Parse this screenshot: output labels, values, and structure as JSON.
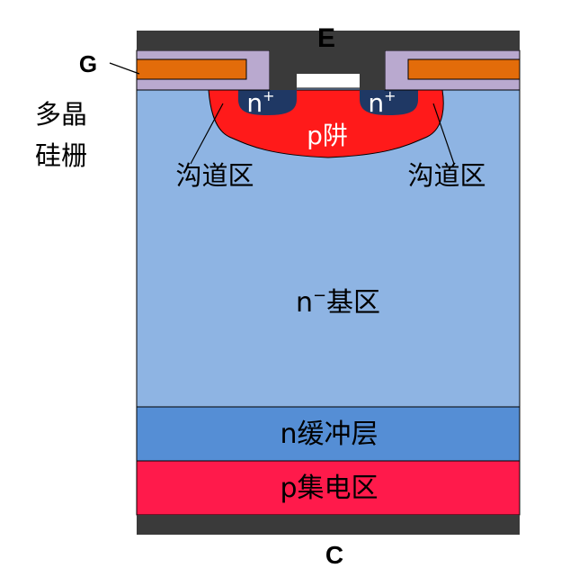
{
  "labels": {
    "emitter": "E",
    "gate": "G",
    "gate_material_line1": "多晶",
    "gate_material_line2": "硅栅",
    "n_plus_left": "n",
    "n_plus_right": "n",
    "n_plus_superscript": "+",
    "p_well": "p阱",
    "channel_left": "沟道区",
    "channel_right": "沟道区",
    "drift_region_prefix": "n",
    "drift_region_superscript": "−",
    "drift_region_text": "基区",
    "buffer_layer": "n缓冲层",
    "collector_region": "p集电区",
    "collector": "C"
  },
  "colors": {
    "metal": "#3a3a3a",
    "oxide": "#b9a9cf",
    "gate_poly": "#e36c0a",
    "p_well": "#ff1a1a",
    "n_plus": "#1f3864",
    "n_drift": "#8eb4e3",
    "n_buffer": "#558ed5",
    "p_collector": "#ff1a4b",
    "text": "#000000",
    "text_light": "#ffffff"
  }
}
